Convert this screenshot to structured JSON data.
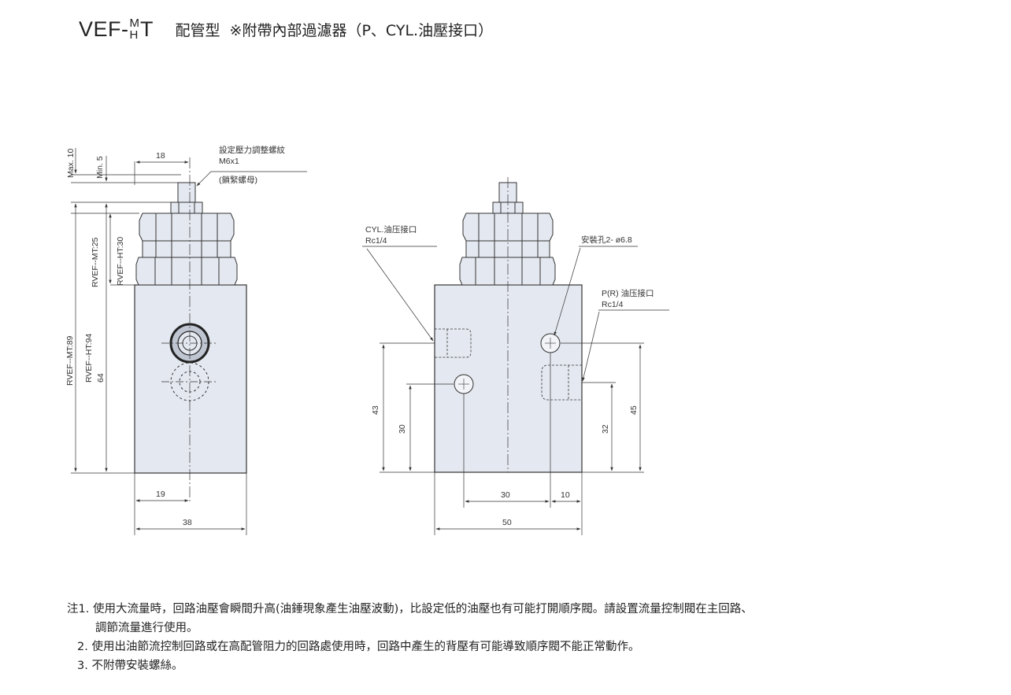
{
  "title": {
    "model_prefix": "VEF-",
    "model_upper": "M",
    "model_lower": "H",
    "model_suffix": "T",
    "type": "配管型",
    "note": "※附帶內部過濾器（P、CYL.油壓接口）"
  },
  "left_view": {
    "callout_adjust": "設定壓力調整螺紋",
    "callout_thread": "M6x1",
    "callout_nut": "(鎖緊螺母)",
    "dim_top_width": "18",
    "dim_max": "Max. 10",
    "dim_min": "Min. 5",
    "dim_mt_cap": "RVEF--MT:25",
    "dim_ht_cap": "RVEF--HT:30",
    "dim_mt_total": "RVEF--MT:89",
    "dim_ht_total": "RVEF--HT:94",
    "dim_body": "64",
    "dim_half_width": "19",
    "dim_width": "38"
  },
  "right_view": {
    "cyl_port": "CYL.油压接口",
    "cyl_thread": "Rc1/4",
    "mount_hole": "安裝孔2- ø6.8",
    "p_port": "P(R) 油压接口",
    "p_thread": "Rc1/4",
    "dim_43": "43",
    "dim_30_v": "30",
    "dim_32": "32",
    "dim_45": "45",
    "dim_30_h": "30",
    "dim_10": "10",
    "dim_50": "50"
  },
  "notes": {
    "note1_line1": "注1. 使用大流量時，回路油壓會瞬間升高(油錘現象產生油壓波動)，比設定低的油壓也有可能打開順序閥。請設置流量控制閥在主回路、",
    "note1_line2": "調節流量進行使用。",
    "note2": "2. 使用出油節流控制回路或在高配管阻力的回路處使用時，回路中產生的背壓有可能導致順序閥不能正常動作。",
    "note3": "3. 不附帶安裝螺絲。"
  }
}
